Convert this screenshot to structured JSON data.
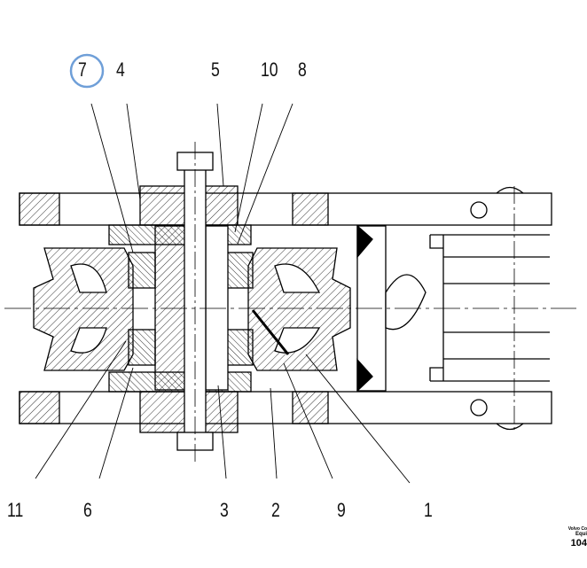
{
  "callouts_top": [
    "7",
    "4",
    "5",
    "10",
    "8"
  ],
  "callouts_bottom": [
    "11",
    "6",
    "3",
    "2",
    "9",
    "1"
  ],
  "highlighted_callout": "7",
  "highlight_color": "#6f9fd8",
  "footer": {
    "line1": "Volvo Co",
    "line2": "Equi",
    "line3": "104"
  }
}
